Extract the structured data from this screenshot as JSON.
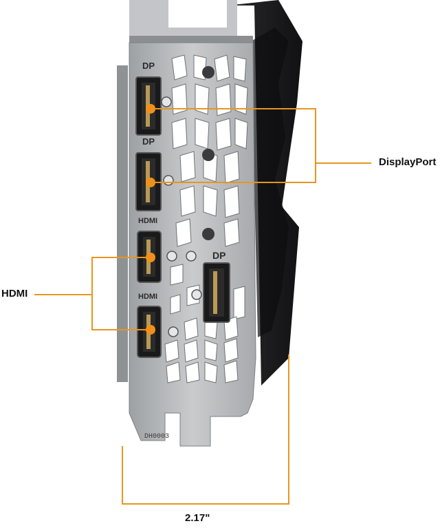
{
  "callouts": {
    "displayport_label": "DisplayPort",
    "hdmi_label": "HDMI",
    "width_label": "2.17\""
  },
  "bracket": {
    "port_labels": {
      "dp_top": "DP",
      "dp_mid": "DP",
      "hdmi_top": "HDMI",
      "hdmi_bottom": "HDMI",
      "dp_right": "DP"
    },
    "stamp": "DH0003"
  },
  "colors": {
    "callout_line": "#e8951f",
    "marker_dot": "#f0901a",
    "bracket_metal": "#b8bbbe",
    "shroud": "#1c1c1e"
  }
}
